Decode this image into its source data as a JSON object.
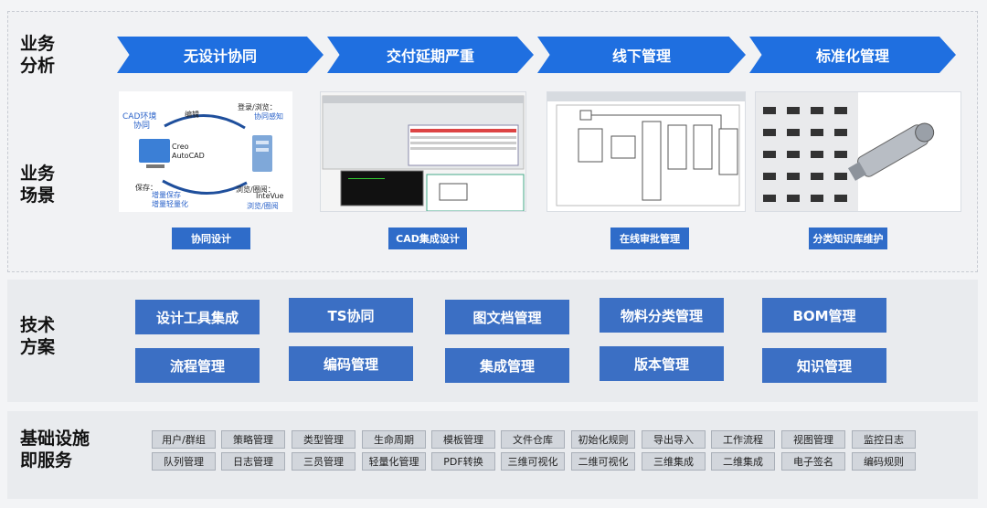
{
  "sections": {
    "business_analysis": [
      "业务",
      "分析"
    ],
    "business_scenes": [
      "业务",
      "场景"
    ],
    "tech_solution": [
      "技术",
      "方案"
    ],
    "infra": [
      "基础设施",
      "即服务"
    ]
  },
  "analysis_arrows": [
    "无设计协同",
    "交付延期严重",
    "线下管理",
    "标准化管理"
  ],
  "scenes": [
    {
      "tag": "协同设计",
      "labels": {
        "cad": "CAD环境",
        "collab": "协同",
        "edit": "编辑",
        "login": "登录/浏览：",
        "collab_aware": "协同感知",
        "creo": "Creo",
        "autocad": "AutoCAD",
        "save": "保存：",
        "incr_save": "增量保存",
        "incr_light": "增量轻量化",
        "browse": "浏览/圈阅：",
        "intevue": "InteVue",
        "browse_review": "浏览/圈阅"
      }
    },
    {
      "tag": "CAD集成设计"
    },
    {
      "tag": "在线审批管理"
    },
    {
      "tag": "分类知识库维护"
    }
  ],
  "tech_buttons": [
    [
      "设计工具集成",
      "TS协同",
      "图文档管理",
      "物料分类管理",
      "BOM管理"
    ],
    [
      "流程管理",
      "编码管理",
      "集成管理",
      "版本管理",
      "知识管理"
    ]
  ],
  "infra_chips": [
    [
      "用户/群组",
      "策略管理",
      "类型管理",
      "生命周期",
      "模板管理",
      "文件仓库",
      "初始化规则",
      "导出导入",
      "工作流程",
      "视图管理",
      "监控日志"
    ],
    [
      "队列管理",
      "日志管理",
      "三员管理",
      "轻量化管理",
      "PDF转换",
      "三维可视化",
      "二维可视化",
      "三维集成",
      "二维集成",
      "电子签名",
      "编码规则"
    ]
  ],
  "colors": {
    "arrow": "#1f6fe0",
    "tech": "#3b6fc4",
    "tag": "#2f6cc9"
  }
}
